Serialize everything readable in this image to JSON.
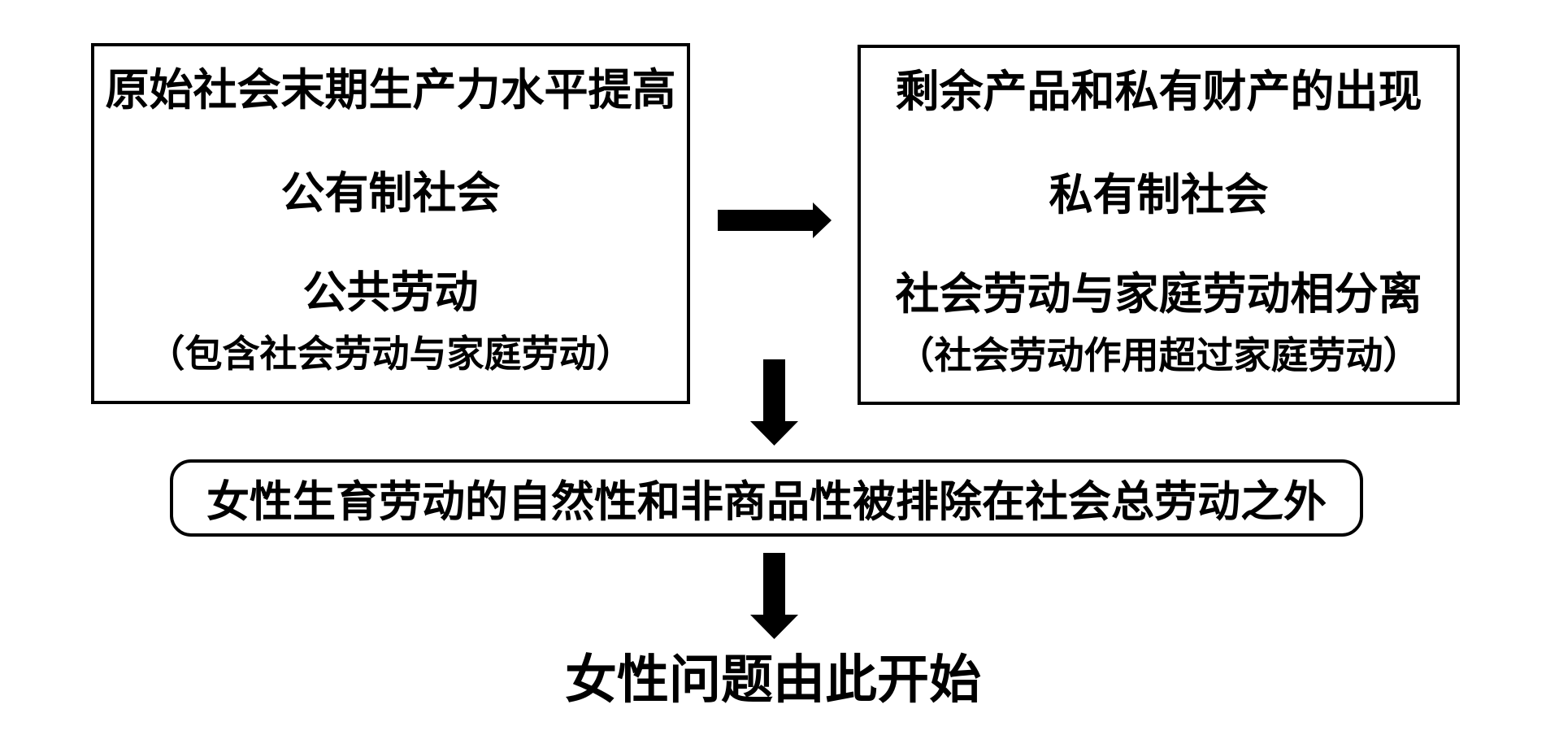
{
  "diagram": {
    "left_box": {
      "lines": [
        "原始社会末期生产力水平提高",
        "公有制社会",
        "公共劳动",
        "（包含社会劳动与家庭劳动）"
      ]
    },
    "right_box": {
      "lines": [
        "剩余产品和私有财产的出现",
        "私有制社会",
        "社会劳动与家庭劳动相分离",
        "（社会劳动作用超过家庭劳动）"
      ]
    },
    "middle_box": {
      "text": "女性生育劳动的自然性和非商品性被排除在社会总劳动之外"
    },
    "conclusion": {
      "text": "女性问题由此开始"
    },
    "icons": {
      "between_boxes": "arrow-right-icon",
      "boxes_to_middle": "arrow-down-icon",
      "middle_to_conclusion": "arrow-down-icon"
    },
    "colors": {
      "ink": "#000000",
      "background": "#ffffff"
    }
  }
}
